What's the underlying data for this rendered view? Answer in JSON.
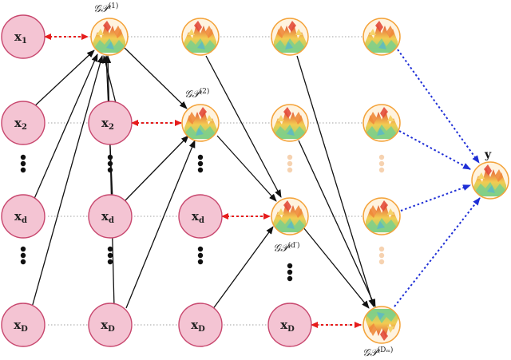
{
  "inputs": [
    "x1",
    "x2",
    "xd",
    "xD"
  ],
  "input_labels": {
    "x1": {
      "base": "x",
      "sub": "1"
    },
    "x2": {
      "base": "x",
      "sub": "2"
    },
    "xd": {
      "base": "x",
      "sub": "d"
    },
    "xD": {
      "base": "x",
      "sub": "D"
    }
  },
  "gp_labels": {
    "gp1": {
      "base": "𝒢𝒫",
      "sup": "(1)"
    },
    "gp2": {
      "base": "𝒢𝒫",
      "sup": "(2)"
    },
    "gpd": {
      "base": "𝒢𝒫",
      "sup": "(d′)"
    },
    "gpDm": {
      "base": "𝒢𝒫",
      "sup": "(Dₘ)"
    }
  },
  "output_label": "y",
  "colors": {
    "input_fill": "#f4c4d3",
    "input_stroke": "#c8476e",
    "gp_stroke": "#f4a33a",
    "skip_arrow": "#e61c1c",
    "output_arrow": "#1f2fd6",
    "edge": "#111111",
    "dotted_row": "#9a9a9a",
    "faded_dots": "#f6d2b0"
  }
}
